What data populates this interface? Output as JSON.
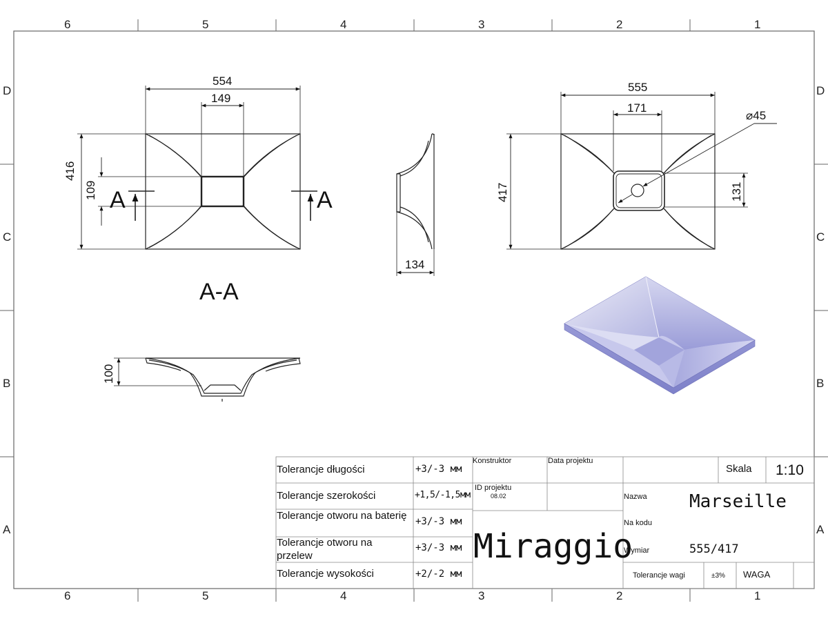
{
  "frame": {
    "columns": [
      "6",
      "5",
      "4",
      "3",
      "2",
      "1"
    ],
    "rows": [
      "D",
      "C",
      "B",
      "A"
    ]
  },
  "view_top_section": {
    "width": "554",
    "hole_width": "149",
    "depth": "416",
    "hole_depth": "109",
    "section_mark": "A",
    "section_title": "A-A"
  },
  "view_side": {
    "height": "134"
  },
  "view_front_section": {
    "height": "100"
  },
  "view_top_right": {
    "width": "555",
    "hole_width": "171",
    "depth": "417",
    "drain_diameter": "⌀45",
    "hole_depth": "131"
  },
  "render": {
    "colors": {
      "face_light": "#e6e6f4",
      "face_mid": "#b6b8e4",
      "face_dark": "#8a8dd2",
      "edge": "#6e70b8"
    }
  },
  "title_block": {
    "tolerances": [
      {
        "label": "Tolerancje długości",
        "value": "+3/-3 мм"
      },
      {
        "label": "Tolerancje szerokości",
        "value": "+1,5/-1,5мм"
      },
      {
        "label": "Tolerancje otworu na baterię",
        "value": "+3/-3 мм"
      },
      {
        "label": "Tolerancje otworu na przelew",
        "value": "+3/-3 мм"
      },
      {
        "label": "Tolerancje wysokości",
        "value": "+2/-2 мм"
      }
    ],
    "konstruktor_label": "Konstruktor",
    "data_projektu_label": "Data projektu",
    "id_projektu_label": "ID projektu",
    "id_projektu_value": "08.02",
    "company": "Miraggio",
    "skala_label": "Skala",
    "skala_value": "1:10",
    "nazwa_label": "Nazwa",
    "nazwa_value": "Marseille",
    "na_kodu_label": "Na kodu",
    "wymiar_label": "Wymiar",
    "wymiar_value": "555/417",
    "tolerancje_wagi_label": "Tolerancje wagi",
    "tolerancje_wagi_value": "±3%",
    "waga_label": "WAGA"
  }
}
